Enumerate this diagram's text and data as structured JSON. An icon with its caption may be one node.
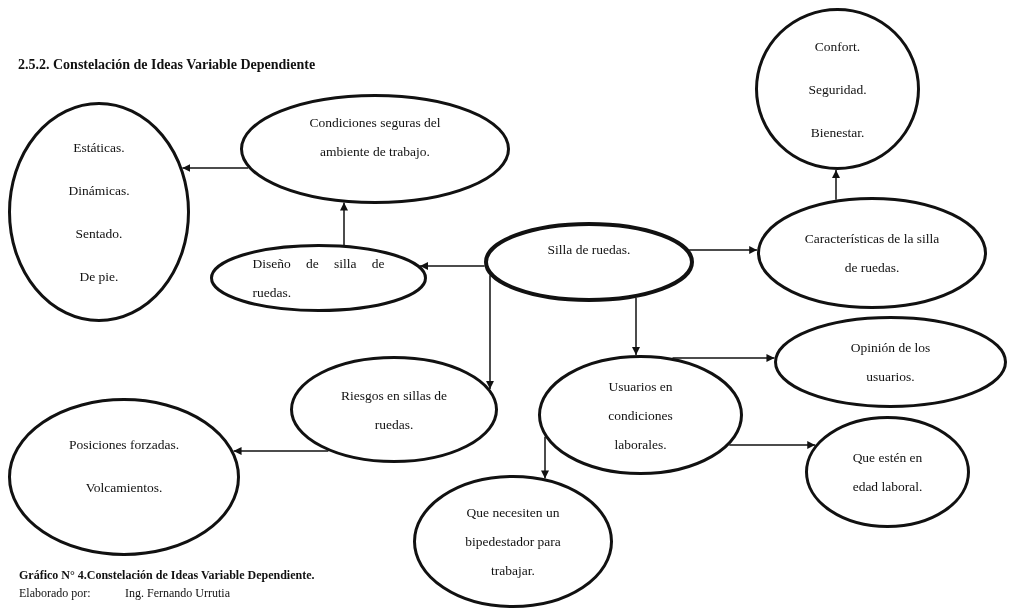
{
  "diagram": {
    "title": "2.5.2. Constelación de Ideas Variable Dependiente",
    "caption": "Gráfico N° 4.Constelación de Ideas Variable Dependiente.",
    "nodes": [
      {
        "text": [
          "Silla de ruedas."
        ]
      },
      {
        "text": [
          "Características de la silla de ruedas."
        ]
      },
      {
        "text": [
          "Confort.",
          "Seguridad.",
          "Bienestar."
        ]
      },
      {
        "text": [
          "Diseño de silla de ruedas."
        ]
      },
      {
        "text": [
          "Condiciones seguras del ambiente de trabajo."
        ]
      },
      {
        "text": [
          "Estáticas.",
          "Dinámicas.",
          "Sentado.",
          "De pie."
        ]
      },
      {
        "text": [
          "Riesgos en sillas de ruedas."
        ]
      },
      {
        "text": [
          "Posiciones forzadas.",
          "Volcamientos."
        ]
      },
      {
        "text": [
          "Usuarios en condiciones laborales."
        ]
      },
      {
        "text": [
          "Opinión de los usuarios."
        ]
      },
      {
        "text": [
          "Que estén en edad laboral."
        ]
      },
      {
        "text": [
          "Que necesiten un bipedestador para trabajar."
        ]
      }
    ],
    "edges": [
      {
        "from": 0,
        "to": 1,
        "arrow": "to"
      },
      {
        "from": 1,
        "to": 2,
        "arrow": "to"
      },
      {
        "from": 0,
        "to": 3,
        "arrow": "to"
      },
      {
        "from": 3,
        "to": 4,
        "arrow": "to"
      },
      {
        "from": 4,
        "to": 5,
        "arrow": "to"
      },
      {
        "from": 0,
        "to": 6,
        "arrow": "to"
      },
      {
        "from": 6,
        "to": 7,
        "arrow": "to"
      },
      {
        "from": 0,
        "to": 8,
        "arrow": "to"
      },
      {
        "from": 8,
        "to": 9,
        "arrow": "to"
      },
      {
        "from": 8,
        "to": 10,
        "arrow": "to"
      },
      {
        "from": 8,
        "to": 11,
        "arrow": "to"
      }
    ],
    "labels": [
      "Elaborado por:",
      "Ing. Fernando Urrutia"
    ]
  }
}
